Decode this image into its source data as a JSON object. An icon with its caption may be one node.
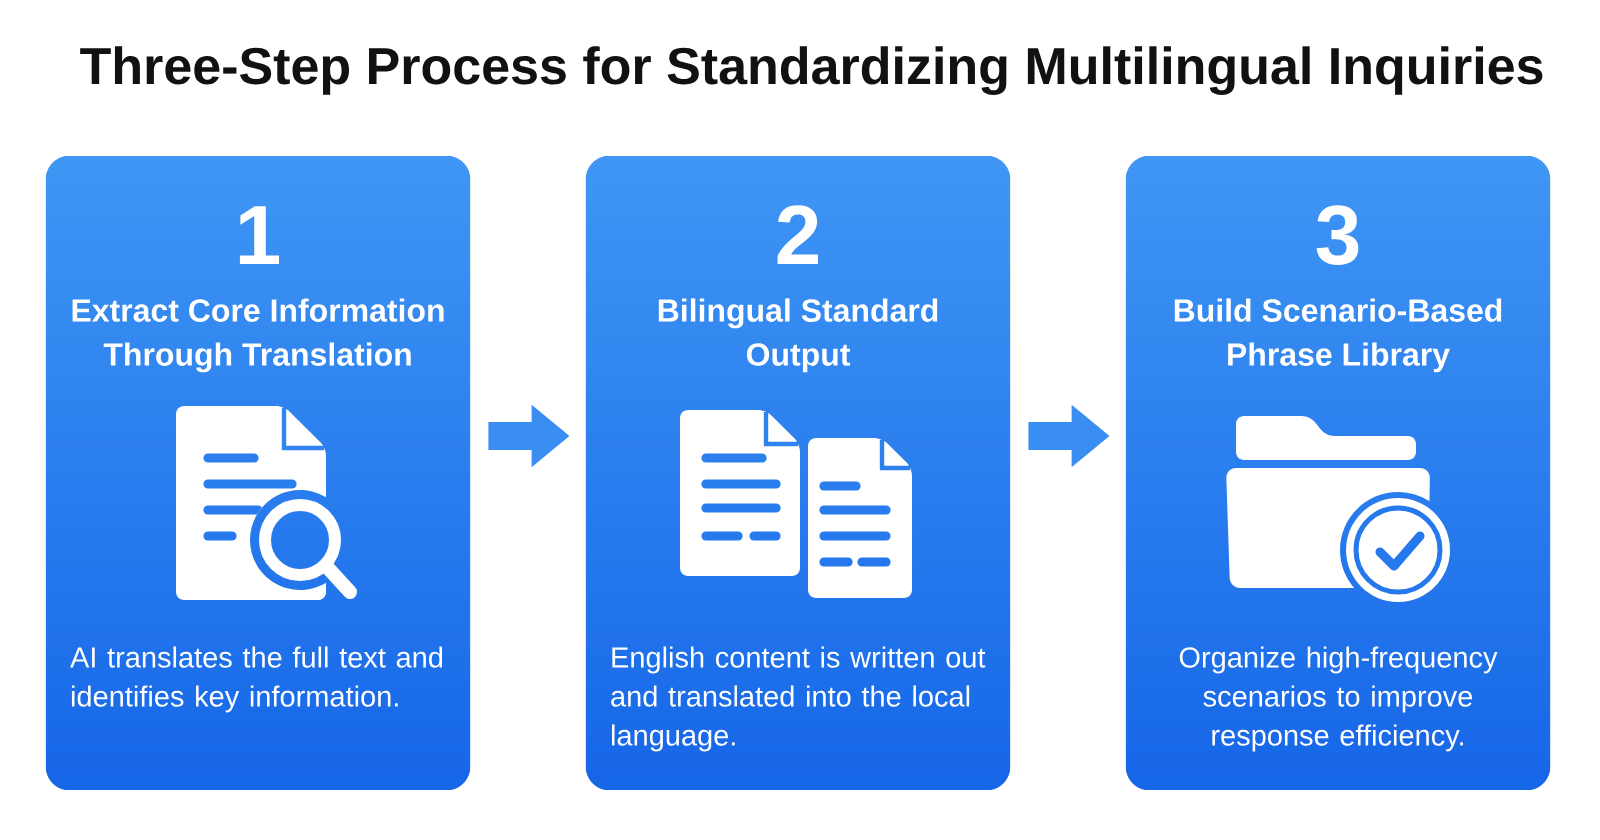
{
  "diagram": {
    "title": "Three-Step Process for Standardizing Multilingual Inquiries",
    "nodes": [
      {
        "text": [
          "1",
          "Extract Core Information Through Translation",
          "AI translates the full text and identifies key information."
        ]
      },
      {
        "text": [
          "2",
          "Bilingual Standard Output",
          "English content is written out and translated into the local language."
        ]
      },
      {
        "text": [
          "3",
          "Build Scenario-Based Phrase Library",
          "Organize high-frequency scenarios to improve response efficiency."
        ]
      }
    ],
    "edges": [
      {
        "from": 0,
        "to": 1,
        "arrow": "to"
      },
      {
        "from": 1,
        "to": 2,
        "arrow": "to"
      }
    ]
  }
}
